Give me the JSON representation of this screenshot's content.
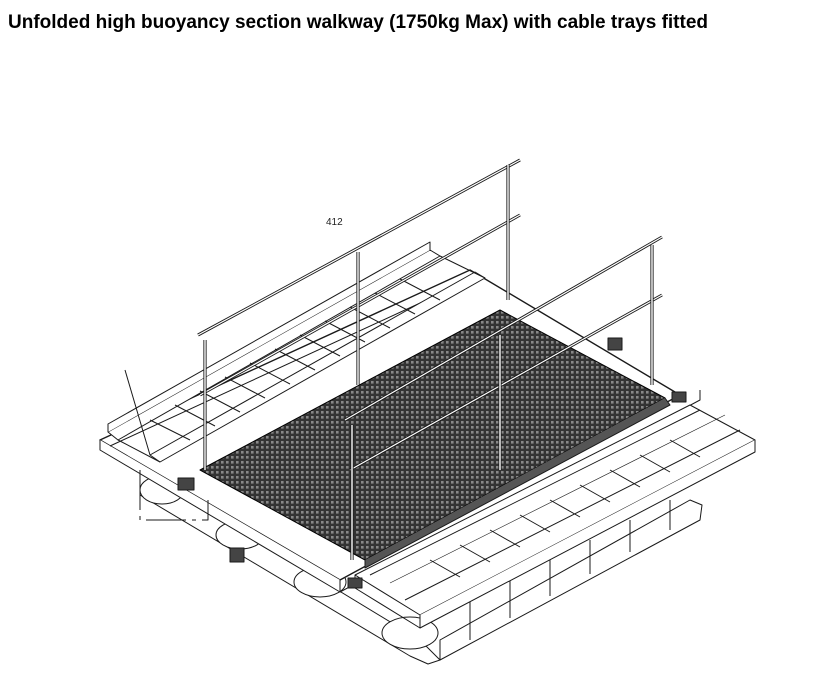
{
  "title": {
    "lead": "Unfolded",
    "rest": " high buoyancy section walkway (1750kg Max) with cable trays fitted"
  },
  "drawing": {
    "callouts": [
      "412"
    ],
    "colors": {
      "line": "#1a1a1a",
      "grating": "#2b2b2b",
      "paper": "#ffffff"
    },
    "icons": [
      "handrail",
      "grated-deck",
      "cable-tray",
      "float-pontoon",
      "hinge-clamp"
    ]
  }
}
